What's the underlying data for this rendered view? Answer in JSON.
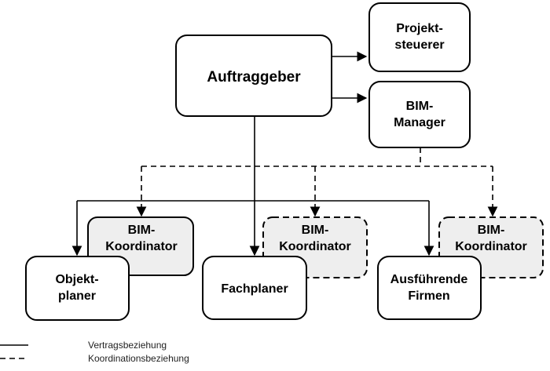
{
  "nodes": {
    "auftraggeber": "Auftraggeber",
    "projektsteuerer": [
      "Projekt-",
      "steuerer"
    ],
    "bim_manager": [
      "BIM-",
      "Manager"
    ],
    "bim_koordinator_1": [
      "BIM-",
      "Koordinator"
    ],
    "bim_koordinator_2": [
      "BIM-",
      "Koordinator"
    ],
    "bim_koordinator_3": [
      "BIM-",
      "Koordinator"
    ],
    "objektplaner": [
      "Objekt-",
      "planer"
    ],
    "fachplaner": "Fachplaner",
    "ausfuehrende_firmen": [
      "Ausführende",
      "Firmen"
    ]
  },
  "legend": {
    "solid": "Vertragsbeziehung",
    "dashed": "Koordinationsbeziehung"
  }
}
